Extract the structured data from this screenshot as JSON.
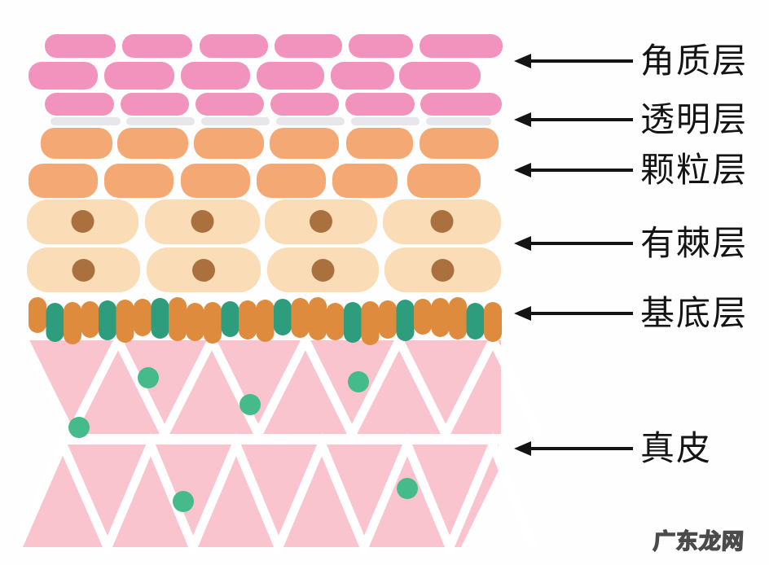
{
  "labels": [
    {
      "id": "stratum-corneum",
      "text": "角质层"
    },
    {
      "id": "stratum-lucidum",
      "text": "透明层"
    },
    {
      "id": "stratum-granulosum",
      "text": "颗粒层"
    },
    {
      "id": "stratum-spinosum",
      "text": "有棘层"
    },
    {
      "id": "stratum-basale",
      "text": "基底层"
    },
    {
      "id": "dermis",
      "text": "真皮"
    }
  ],
  "watermark": "广东龙网",
  "colors": {
    "background": "#FEFEFE",
    "corneum_pink": "#F293BE",
    "lucidum_gray": "#E7E7EB",
    "granulosum_orange": "#F4A873",
    "spinosum_cream": "#FADCB6",
    "nucleus_brown": "#AA713E",
    "basale_orange": "#DF8B3E",
    "basale_teal": "#2E9D7D",
    "dermis_pink": "#F9C4CD",
    "dermis_dot_green": "#45BB8C",
    "zigzag_white": "#FFFFFF",
    "label_black": "#141414"
  }
}
